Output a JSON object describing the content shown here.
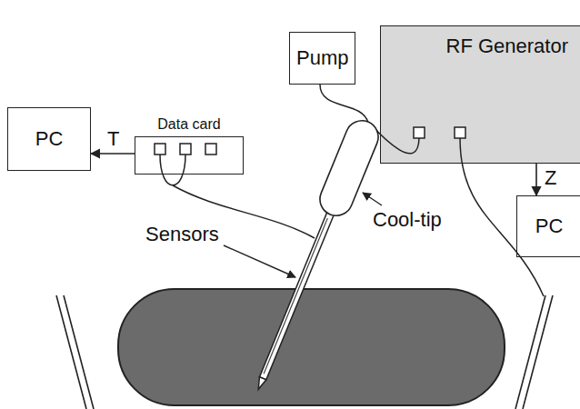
{
  "diagram": {
    "nodes": [
      {
        "text": [
          "PC"
        ]
      },
      {
        "text": [
          "Data card"
        ]
      },
      {
        "text": [
          "Pump"
        ]
      },
      {
        "text": [
          "RF Generator"
        ]
      },
      {
        "text": [
          "PC"
        ]
      }
    ],
    "edges": [
      {
        "from": 1,
        "to": 0,
        "arrow": "to",
        "label": "T"
      },
      {
        "from": 3,
        "to": 4,
        "arrow": "to",
        "label": "Z"
      }
    ],
    "labels": [
      "Sensors",
      "Cool-tip"
    ]
  }
}
